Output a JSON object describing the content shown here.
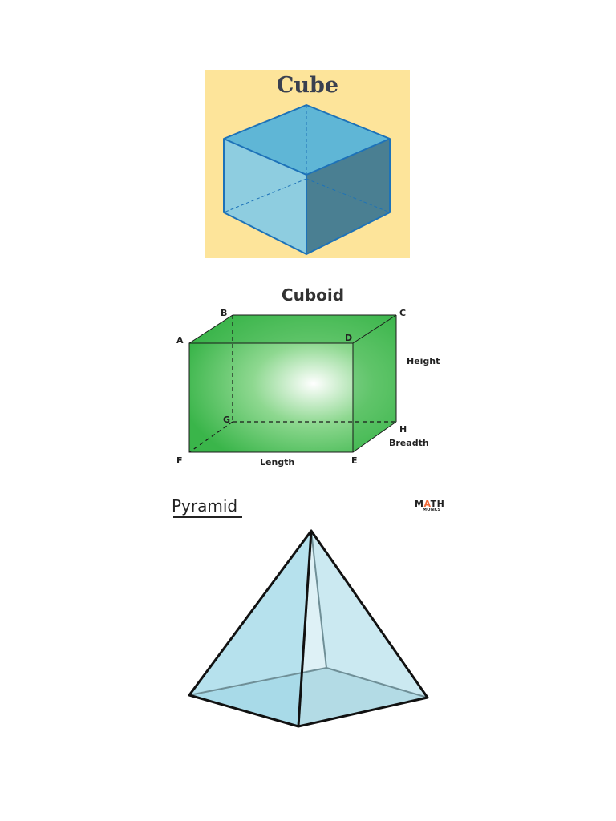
{
  "cube": {
    "title": "Cube",
    "colors": {
      "background": "#fde49a",
      "top": "#5fb6d6",
      "front": "#8ecde0",
      "right": "#4a7f92",
      "edge": "#1d72b8"
    }
  },
  "cuboid": {
    "title": "Cuboid",
    "vertices": [
      "A",
      "B",
      "C",
      "D",
      "E",
      "F",
      "G",
      "H"
    ],
    "dimension_labels": {
      "height": "Height",
      "breadth": "Breadth",
      "length": "Length"
    },
    "colors": {
      "face": "#3ab54a",
      "highlight": "#ffffff"
    }
  },
  "pyramid": {
    "title": "Pyramid",
    "colors": {
      "face_left": "#a9dcea",
      "face_right": "#cfecf3",
      "base": "#9fcfd9"
    }
  },
  "logo": {
    "main": "MATH",
    "sub": "MONKS",
    "accent": "#f26b3a"
  }
}
